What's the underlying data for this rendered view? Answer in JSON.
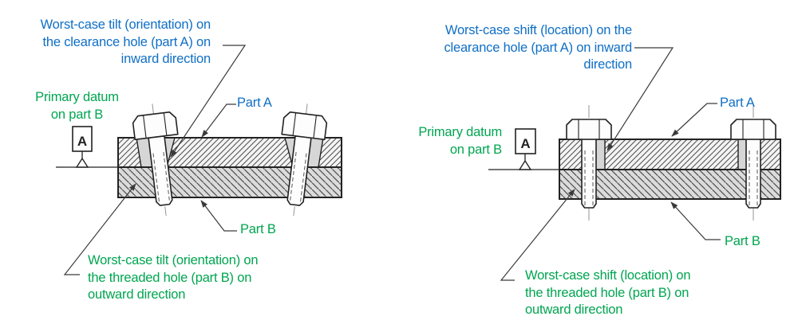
{
  "colors": {
    "blue": "#0F6FC6",
    "green": "#00A550",
    "ink": "#222222",
    "hatch": "#4d4d4d",
    "leader": "#3a3a3a",
    "part_a_fill": "#F4F4F4",
    "part_b_fill": "#DBDBDB",
    "gap_fill": "#D6D6D6",
    "bolt_fill": "#FDFDFD",
    "centerline": "#8a8a8a"
  },
  "left_figure": {
    "top_annotation": {
      "lines": [
        "Worst-case tilt (orientation) on",
        "the clearance hole (part A) on",
        "inward direction"
      ]
    },
    "datum_label": {
      "lines": [
        "Primary datum",
        "on part B"
      ]
    },
    "datum_letter": "A",
    "part_a_label": "Part A",
    "part_b_label": "Part B",
    "bottom_annotation": {
      "lines": [
        "Worst-case tilt (orientation) on",
        "the threaded hole (part B) on",
        "outward direction"
      ]
    }
  },
  "right_figure": {
    "top_annotation": {
      "lines": [
        "Worst-case shift (location) on the",
        "clearance hole (part A) on inward",
        "direction"
      ]
    },
    "datum_label": {
      "lines": [
        "Primary datum",
        "on part B"
      ]
    },
    "datum_letter": "A",
    "part_a_label": "Part A",
    "part_b_label": "Part B",
    "bottom_annotation": {
      "lines": [
        "Worst-case shift (location) on",
        "the threaded hole (part B) on",
        "outward direction"
      ]
    }
  }
}
